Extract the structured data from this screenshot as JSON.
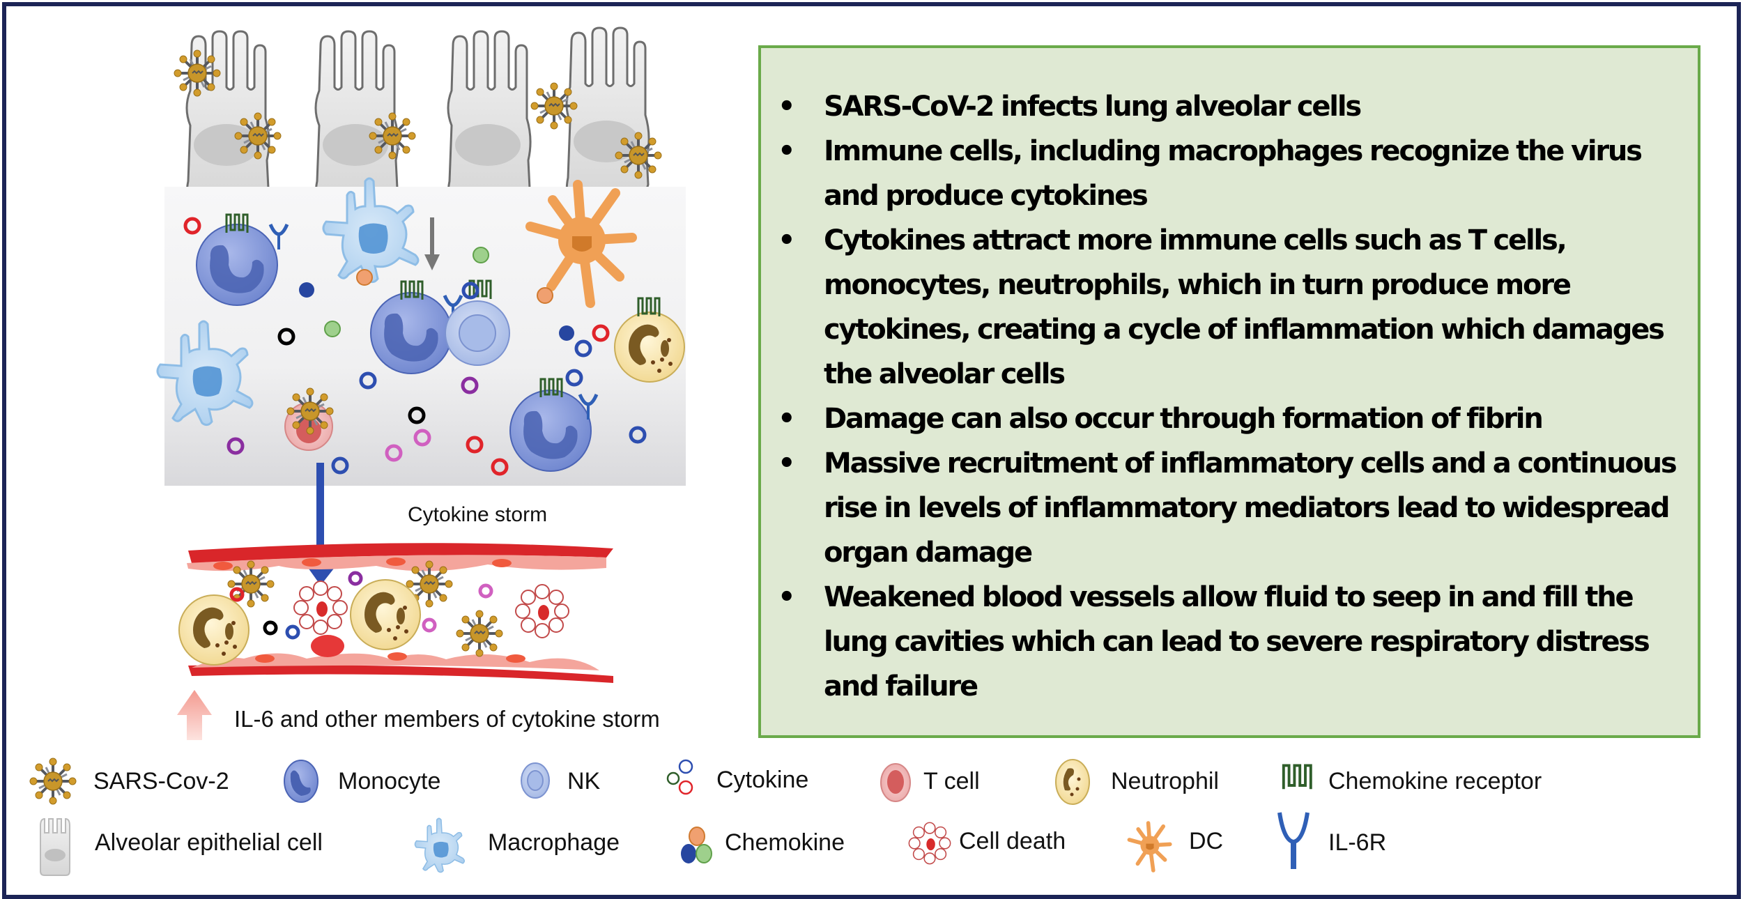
{
  "diagram": {
    "storm_label": "Cytokine storm",
    "il6_label": "IL-6 and other members of cytokine storm"
  },
  "textbox": {
    "bullets": [
      "SARS-CoV-2 infects lung alveolar cells",
      "Immune cells, including macrophages recognize the virus and produce cytokines",
      "Cytokines attract more immune cells such as T cells, monocytes, neutrophils, which in turn produce more cytokines, creating a cycle of inflammation which damages the alveolar cells",
      "Damage can also occur through formation of fibrin",
      "Massive recruitment of inflammatory cells and a continuous rise in levels of inflammatory mediators lead to widespread organ damage",
      "Weakened blood vessels allow fluid to seep in and fill the lung cavities which can lead to severe respiratory distress and failure"
    ]
  },
  "legend": {
    "items": [
      {
        "icon": "virus-icon",
        "label": "SARS-Cov-2"
      },
      {
        "icon": "monocyte-icon",
        "label": "Monocyte"
      },
      {
        "icon": "nk-cell-icon",
        "label": "NK"
      },
      {
        "icon": "cytokine-icon",
        "label": "Cytokine"
      },
      {
        "icon": "t-cell-icon",
        "label": "T cell"
      },
      {
        "icon": "neutrophil-icon",
        "label": "Neutrophil"
      },
      {
        "icon": "chemokine-receptor-icon",
        "label": "Chemokine receptor"
      },
      {
        "icon": "alveolar-cell-icon",
        "label": "Alveolar epithelial cell"
      },
      {
        "icon": "macrophage-icon",
        "label": "Macrophage"
      },
      {
        "icon": "chemokine-icon",
        "label": "Chemokine"
      },
      {
        "icon": "cell-death-icon",
        "label": "Cell death"
      },
      {
        "icon": "dendritic-cell-icon",
        "label": "DC"
      },
      {
        "icon": "il6-receptor-icon",
        "label": "IL-6R"
      }
    ]
  },
  "colors": {
    "frame": "#1c2456",
    "textbox_bg": "#dfe9d3",
    "textbox_border": "#6aaa4a",
    "virus": "#c8962a",
    "monocyte": "#7f95d6",
    "arrow_blue": "#2d4eb0",
    "arrow_pink": "#f4a39a",
    "vessel": "#d9262a"
  }
}
